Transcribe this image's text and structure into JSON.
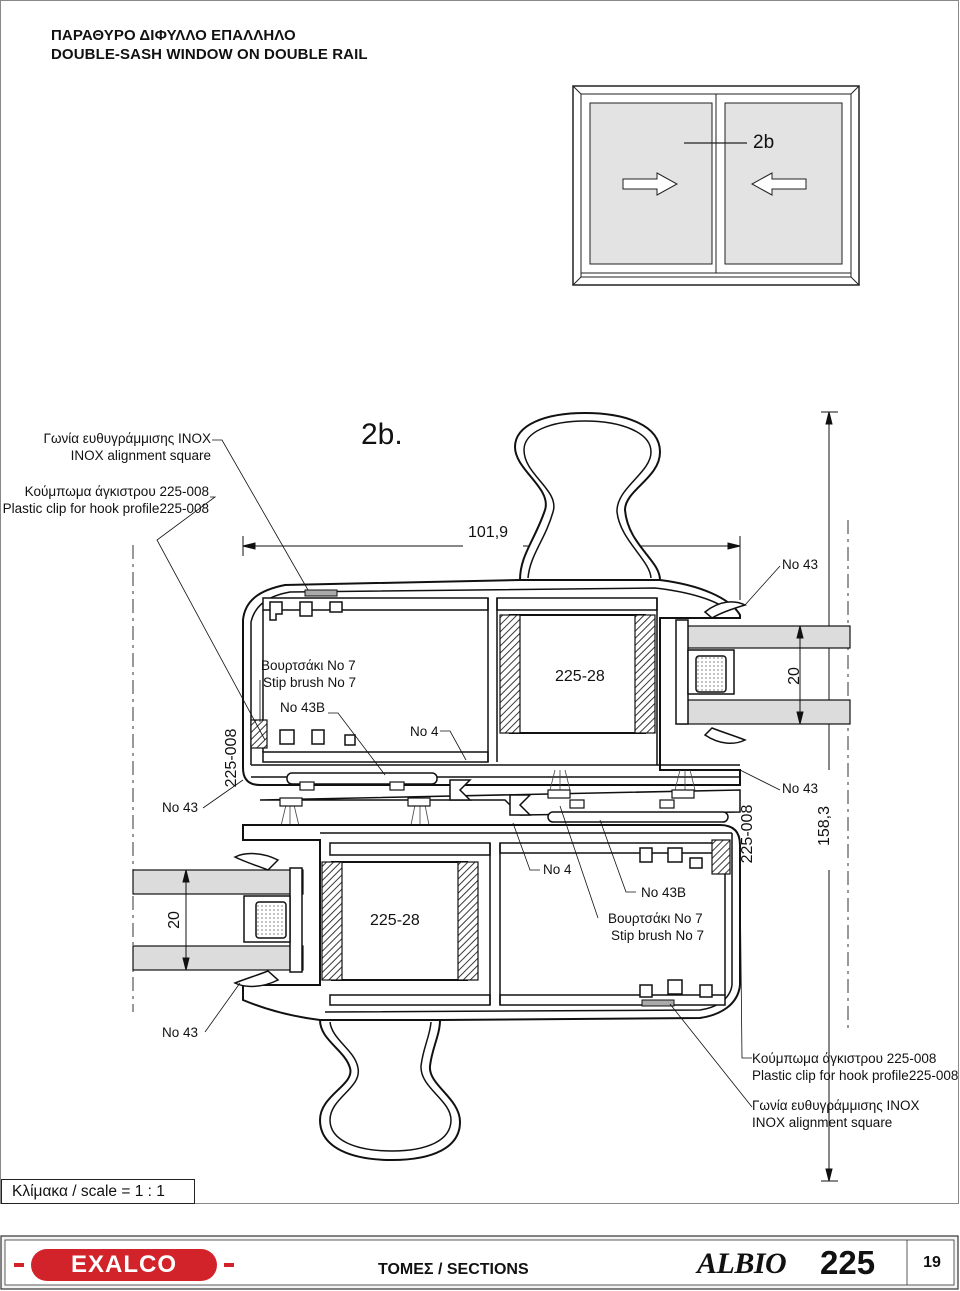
{
  "header": {
    "title_gr": "ΠΑΡΑΘΥΡΟ ΔΙΦΥΛΛΟ ΕΠΑΛΛΗΛΟ",
    "title_en": "DOUBLE-SASH WINDOW ON DOUBLE RAIL"
  },
  "elevation": {
    "section_ref": "2b"
  },
  "section": {
    "title": "2b.",
    "width_dim": "101,9",
    "height_dim": "158,3",
    "glass_dim_top": "20",
    "glass_dim_bottom": "20",
    "profile_top": "225-28",
    "profile_bottom": "225-28",
    "hook_top": "225-008",
    "hook_bottom": "225-008",
    "labels": {
      "inox_gr_top": "Γωνία ευθυγράμμισης  INOX",
      "inox_en_top": "INOX alignment square",
      "clip_gr_top": "Κούμπωμα άγκιστρου 225-008",
      "clip_en_top": "Plastic clip for hook profile225-008",
      "no43_tr": "No 43",
      "brush_gr_top": "Βουρτσάκι No 7",
      "brush_en_top": "Stip brush No 7",
      "no43b_top": "No 43B",
      "no4_top": "No 4",
      "no43_left": "No 43",
      "no43_mid_right": "No 43",
      "no4_bottom": "No 4",
      "no43b_bottom": "No 43B",
      "brush_gr_bottom": "Βουρτσάκι No 7",
      "brush_en_bottom": "Stip brush No 7",
      "no43_bl": "No 43",
      "clip_gr_bottom": "Κούμπωμα άγκιστρου 225-008",
      "clip_en_bottom": "Plastic clip for hook profile225-008",
      "inox_gr_bottom": "Γωνία ευθυγράμμισης  INOX",
      "inox_en_bottom": "INOX alignment square"
    }
  },
  "scale": "Κλίμακα / scale  = 1 : 1",
  "footer": {
    "brand": "EXALCO",
    "sections": "ΤΟΜΕΣ / SECTIONS",
    "series": "ALBIO",
    "series_number": "225",
    "page_number": "19"
  }
}
